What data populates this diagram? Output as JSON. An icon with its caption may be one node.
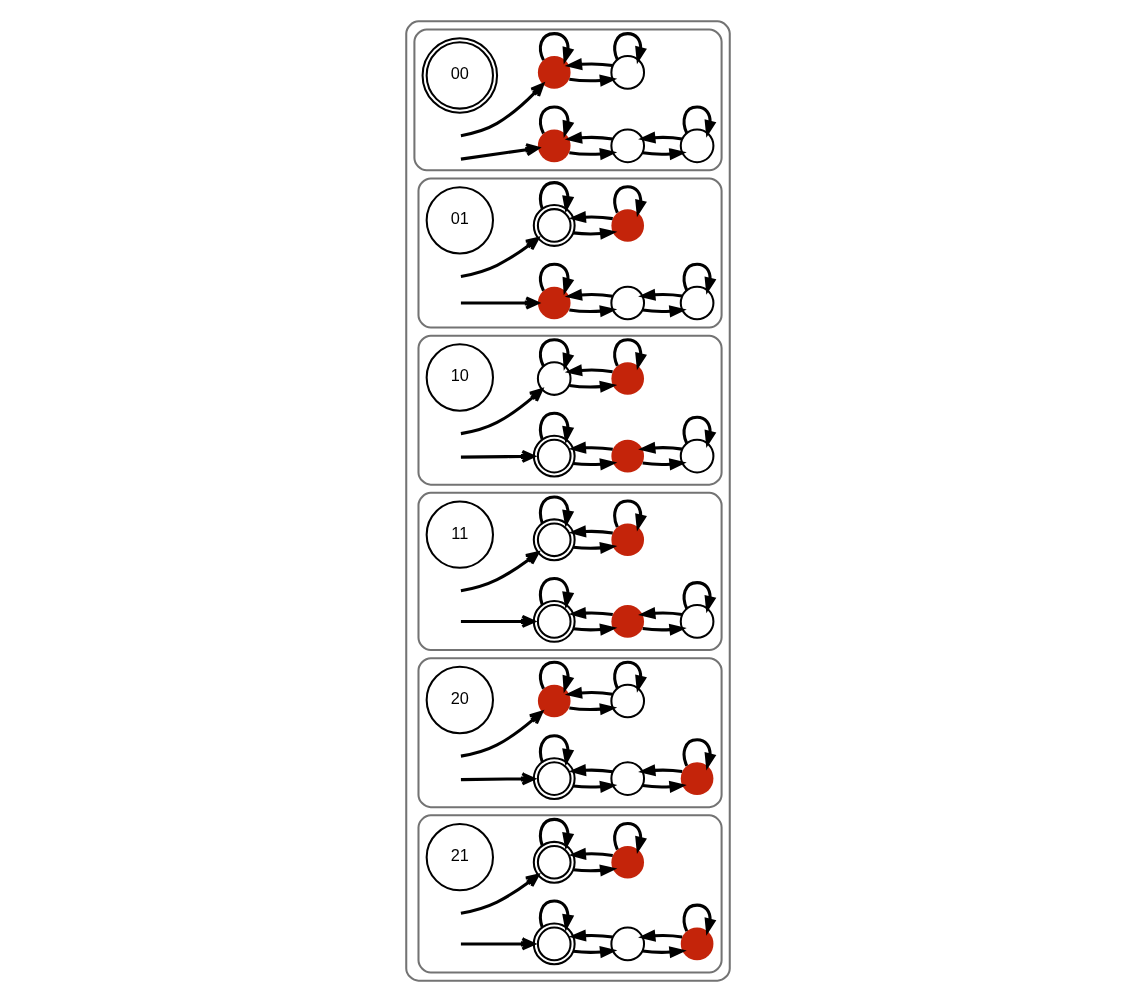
{
  "diagram": {
    "nodes": [
      {
        "text": [],
        "shape": "box"
      },
      {
        "text": [],
        "shape": "box",
        "in": 0
      },
      {
        "text": [
          "00"
        ],
        "in": 1
      },
      {
        "text": [],
        "shape": "circle",
        "in": 1
      },
      {
        "text": [],
        "shape": "circle",
        "in": 1
      },
      {
        "text": [],
        "shape": "circle",
        "in": 1
      },
      {
        "text": [],
        "shape": "circle",
        "in": 1
      },
      {
        "text": [],
        "shape": "circle",
        "in": 1
      },
      {
        "text": [],
        "shape": "box",
        "in": 0
      },
      {
        "text": [
          "01"
        ],
        "in": 8
      },
      {
        "text": [],
        "shape": "doublecircle",
        "in": 8
      },
      {
        "text": [],
        "shape": "circle",
        "in": 8
      },
      {
        "text": [],
        "shape": "circle",
        "in": 8
      },
      {
        "text": [],
        "shape": "circle",
        "in": 8
      },
      {
        "text": [],
        "shape": "circle",
        "in": 8
      },
      {
        "text": [],
        "shape": "box",
        "in": 0
      },
      {
        "text": [
          "10"
        ],
        "in": 15
      },
      {
        "text": [],
        "shape": "circle",
        "in": 15
      },
      {
        "text": [],
        "shape": "circle",
        "in": 15
      },
      {
        "text": [],
        "shape": "doublecircle",
        "in": 15
      },
      {
        "text": [],
        "shape": "circle",
        "in": 15
      },
      {
        "text": [],
        "shape": "circle",
        "in": 15
      },
      {
        "text": [],
        "shape": "box",
        "in": 0
      },
      {
        "text": [
          "11"
        ],
        "in": 22
      },
      {
        "text": [],
        "shape": "doublecircle",
        "in": 22
      },
      {
        "text": [],
        "shape": "circle",
        "in": 22
      },
      {
        "text": [],
        "shape": "doublecircle",
        "in": 22
      },
      {
        "text": [],
        "shape": "circle",
        "in": 22
      },
      {
        "text": [],
        "shape": "circle",
        "in": 22
      },
      {
        "text": [],
        "shape": "box",
        "in": 0
      },
      {
        "text": [
          "20"
        ],
        "in": 29
      },
      {
        "text": [],
        "shape": "circle",
        "in": 29
      },
      {
        "text": [],
        "shape": "circle",
        "in": 29
      },
      {
        "text": [],
        "shape": "doublecircle",
        "in": 29
      },
      {
        "text": [],
        "shape": "circle",
        "in": 29
      },
      {
        "text": [],
        "shape": "circle",
        "in": 29
      },
      {
        "text": [],
        "shape": "box",
        "in": 0
      },
      {
        "text": [
          "21"
        ],
        "in": 36
      },
      {
        "text": [],
        "shape": "doublecircle",
        "in": 36
      },
      {
        "text": [],
        "shape": "circle",
        "in": 36
      },
      {
        "text": [],
        "shape": "doublecircle",
        "in": 36
      },
      {
        "text": [],
        "shape": "circle",
        "in": 36
      },
      {
        "text": [],
        "shape": "circle",
        "in": 36
      }
    ],
    "edges": [
      {
        "from": null,
        "to": 3,
        "arrow": "to"
      },
      {
        "from": 3,
        "to": 3,
        "arrow": "to"
      },
      {
        "from": 4,
        "to": 4,
        "arrow": "to"
      },
      {
        "from": 3,
        "to": 4,
        "arrow": "to"
      },
      {
        "from": 4,
        "to": 3,
        "arrow": "to"
      },
      {
        "from": null,
        "to": 5,
        "arrow": "to"
      },
      {
        "from": 5,
        "to": 5,
        "arrow": "to"
      },
      {
        "from": 7,
        "to": 7,
        "arrow": "to"
      },
      {
        "from": 5,
        "to": 6,
        "arrow": "to"
      },
      {
        "from": 6,
        "to": 5,
        "arrow": "to"
      },
      {
        "from": 6,
        "to": 7,
        "arrow": "to"
      },
      {
        "from": 7,
        "to": 6,
        "arrow": "to"
      },
      {
        "from": null,
        "to": 10,
        "arrow": "to"
      },
      {
        "from": 10,
        "to": 10,
        "arrow": "to"
      },
      {
        "from": 11,
        "to": 11,
        "arrow": "to"
      },
      {
        "from": 10,
        "to": 11,
        "arrow": "to"
      },
      {
        "from": 11,
        "to": 10,
        "arrow": "to"
      },
      {
        "from": null,
        "to": 12,
        "arrow": "to"
      },
      {
        "from": 12,
        "to": 12,
        "arrow": "to"
      },
      {
        "from": 14,
        "to": 14,
        "arrow": "to"
      },
      {
        "from": 12,
        "to": 13,
        "arrow": "to"
      },
      {
        "from": 13,
        "to": 12,
        "arrow": "to"
      },
      {
        "from": 13,
        "to": 14,
        "arrow": "to"
      },
      {
        "from": 14,
        "to": 13,
        "arrow": "to"
      },
      {
        "from": null,
        "to": 17,
        "arrow": "to"
      },
      {
        "from": 17,
        "to": 17,
        "arrow": "to"
      },
      {
        "from": 18,
        "to": 18,
        "arrow": "to"
      },
      {
        "from": 17,
        "to": 18,
        "arrow": "to"
      },
      {
        "from": 18,
        "to": 17,
        "arrow": "to"
      },
      {
        "from": null,
        "to": 19,
        "arrow": "to"
      },
      {
        "from": 19,
        "to": 19,
        "arrow": "to"
      },
      {
        "from": 21,
        "to": 21,
        "arrow": "to"
      },
      {
        "from": 19,
        "to": 20,
        "arrow": "to"
      },
      {
        "from": 20,
        "to": 19,
        "arrow": "to"
      },
      {
        "from": 20,
        "to": 21,
        "arrow": "to"
      },
      {
        "from": 21,
        "to": 20,
        "arrow": "to"
      },
      {
        "from": null,
        "to": 24,
        "arrow": "to"
      },
      {
        "from": 24,
        "to": 24,
        "arrow": "to"
      },
      {
        "from": 25,
        "to": 25,
        "arrow": "to"
      },
      {
        "from": 24,
        "to": 25,
        "arrow": "to"
      },
      {
        "from": 25,
        "to": 24,
        "arrow": "to"
      },
      {
        "from": null,
        "to": 26,
        "arrow": "to"
      },
      {
        "from": 26,
        "to": 26,
        "arrow": "to"
      },
      {
        "from": 28,
        "to": 28,
        "arrow": "to"
      },
      {
        "from": 26,
        "to": 27,
        "arrow": "to"
      },
      {
        "from": 27,
        "to": 26,
        "arrow": "to"
      },
      {
        "from": 27,
        "to": 28,
        "arrow": "to"
      },
      {
        "from": 28,
        "to": 27,
        "arrow": "to"
      },
      {
        "from": null,
        "to": 31,
        "arrow": "to"
      },
      {
        "from": 31,
        "to": 31,
        "arrow": "to"
      },
      {
        "from": 32,
        "to": 32,
        "arrow": "to"
      },
      {
        "from": 31,
        "to": 32,
        "arrow": "to"
      },
      {
        "from": 32,
        "to": 31,
        "arrow": "to"
      },
      {
        "from": null,
        "to": 33,
        "arrow": "to"
      },
      {
        "from": 33,
        "to": 33,
        "arrow": "to"
      },
      {
        "from": 35,
        "to": 35,
        "arrow": "to"
      },
      {
        "from": 33,
        "to": 34,
        "arrow": "to"
      },
      {
        "from": 34,
        "to": 33,
        "arrow": "to"
      },
      {
        "from": 34,
        "to": 35,
        "arrow": "to"
      },
      {
        "from": 35,
        "to": 34,
        "arrow": "to"
      },
      {
        "from": null,
        "to": 38,
        "arrow": "to"
      },
      {
        "from": 38,
        "to": 38,
        "arrow": "to"
      },
      {
        "from": 39,
        "to": 39,
        "arrow": "to"
      },
      {
        "from": 38,
        "to": 39,
        "arrow": "to"
      },
      {
        "from": 39,
        "to": 38,
        "arrow": "to"
      },
      {
        "from": null,
        "to": 40,
        "arrow": "to"
      },
      {
        "from": 40,
        "to": 40,
        "arrow": "to"
      },
      {
        "from": 42,
        "to": 42,
        "arrow": "to"
      },
      {
        "from": 40,
        "to": 41,
        "arrow": "to"
      },
      {
        "from": 41,
        "to": 40,
        "arrow": "to"
      },
      {
        "from": 41,
        "to": 42,
        "arrow": "to"
      },
      {
        "from": 42,
        "to": 41,
        "arrow": "to"
      }
    ]
  }
}
